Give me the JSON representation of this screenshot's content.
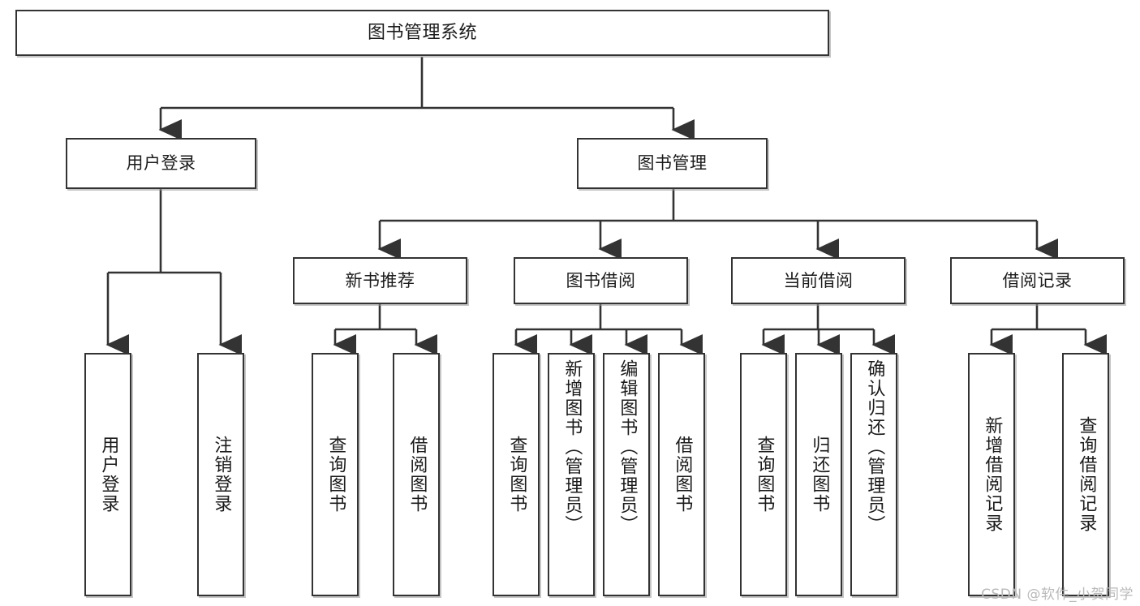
{
  "diagram": {
    "title": "图书管理系统",
    "type": "tree",
    "watermark": "CSDN @软件_小贺同学",
    "colors": {
      "border": "#333333",
      "fill": "#ffffff",
      "text": "#1b1b1b",
      "edge": "#333333",
      "watermark": "#b9b9b9"
    },
    "nodes": {
      "root": {
        "label": "图书管理系统",
        "level": 0
      },
      "user_login": {
        "label": "用户登录",
        "level": 1
      },
      "book_manage": {
        "label": "图书管理",
        "level": 1
      },
      "new_book_rec": {
        "label": "新书推荐",
        "level": 2
      },
      "book_borrow": {
        "label": "图书借阅",
        "level": 2
      },
      "current_borrow": {
        "label": "当前借阅",
        "level": 2
      },
      "borrow_record": {
        "label": "借阅记录",
        "level": 2
      },
      "leaf_user_login": {
        "label": "用户登录",
        "level": 3
      },
      "leaf_logout": {
        "label": "注销登录",
        "level": 3
      },
      "leaf_query_book_1": {
        "label": "查询图书",
        "level": 3
      },
      "leaf_borrow_book_1": {
        "label": "借阅图书",
        "level": 3
      },
      "leaf_query_book_2": {
        "label": "查询图书",
        "level": 3
      },
      "leaf_add_book": {
        "label": "新增图书（管理员）",
        "level": 3
      },
      "leaf_edit_book": {
        "label": "编辑图书（管理员）",
        "level": 3
      },
      "leaf_borrow_book_2": {
        "label": "借阅图书",
        "level": 3
      },
      "leaf_query_book_3": {
        "label": "查询图书",
        "level": 3
      },
      "leaf_return_book": {
        "label": "归还图书",
        "level": 3
      },
      "leaf_confirm_return": {
        "label": "确认归还（管理员）",
        "level": 3
      },
      "leaf_add_record": {
        "label": "新增借阅记录",
        "level": 3
      },
      "leaf_query_record": {
        "label": "查询借阅记录",
        "level": 3
      }
    },
    "edges": [
      {
        "from": "root",
        "to": "user_login"
      },
      {
        "from": "root",
        "to": "book_manage"
      },
      {
        "from": "user_login",
        "to": "leaf_user_login"
      },
      {
        "from": "user_login",
        "to": "leaf_logout"
      },
      {
        "from": "book_manage",
        "to": "new_book_rec"
      },
      {
        "from": "book_manage",
        "to": "book_borrow"
      },
      {
        "from": "book_manage",
        "to": "current_borrow"
      },
      {
        "from": "book_manage",
        "to": "borrow_record"
      },
      {
        "from": "new_book_rec",
        "to": "leaf_query_book_1"
      },
      {
        "from": "new_book_rec",
        "to": "leaf_borrow_book_1"
      },
      {
        "from": "book_borrow",
        "to": "leaf_query_book_2"
      },
      {
        "from": "book_borrow",
        "to": "leaf_add_book"
      },
      {
        "from": "book_borrow",
        "to": "leaf_edit_book"
      },
      {
        "from": "book_borrow",
        "to": "leaf_borrow_book_2"
      },
      {
        "from": "current_borrow",
        "to": "leaf_query_book_3"
      },
      {
        "from": "current_borrow",
        "to": "leaf_return_book"
      },
      {
        "from": "current_borrow",
        "to": "leaf_confirm_return"
      },
      {
        "from": "borrow_record",
        "to": "leaf_add_record"
      },
      {
        "from": "borrow_record",
        "to": "leaf_query_record"
      }
    ]
  }
}
